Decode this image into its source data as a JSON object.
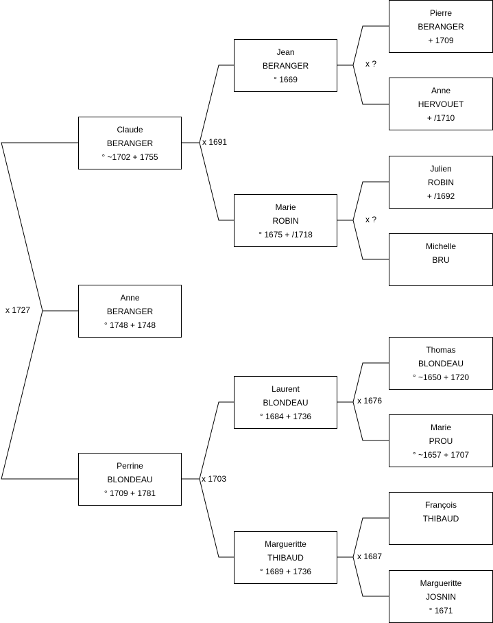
{
  "persons": {
    "claude": {
      "first": "Claude",
      "last": "BERANGER",
      "dates": "° ~1702 + 1755"
    },
    "anne": {
      "first": "Anne",
      "last": "BERANGER",
      "dates": "° 1748 + 1748"
    },
    "perrine": {
      "first": "Perrine",
      "last": "BLONDEAU",
      "dates": "° 1709 + 1781"
    },
    "jean": {
      "first": "Jean",
      "last": "BERANGER",
      "dates": "° 1669"
    },
    "marie_robin": {
      "first": "Marie",
      "last": "ROBIN",
      "dates": "° 1675 + /1718"
    },
    "laurent": {
      "first": "Laurent",
      "last": "BLONDEAU",
      "dates": "° 1684 + 1736"
    },
    "marguerite_thibaud": {
      "first": "Margueritte",
      "last": "THIBAUD",
      "dates": "° 1689 + 1736"
    },
    "pierre": {
      "first": "Pierre",
      "last": "BERANGER",
      "dates": "+ 1709"
    },
    "anne_hervouet": {
      "first": "Anne",
      "last": "HERVOUET",
      "dates": "+ /1710"
    },
    "julien": {
      "first": "Julien",
      "last": "ROBIN",
      "dates": "+ /1692"
    },
    "michelle": {
      "first": "Michelle",
      "last": "BRU",
      "dates": ""
    },
    "thomas": {
      "first": "Thomas",
      "last": "BLONDEAU",
      "dates": "° ~1650 + 1720"
    },
    "marie_prou": {
      "first": "Marie",
      "last": "PROU",
      "dates": "° ~1657 + 1707"
    },
    "francois": {
      "first": "François",
      "last": "THIBAUD",
      "dates": ""
    },
    "marguerite_josnin": {
      "first": "Margueritte",
      "last": "JOSNIN",
      "dates": "° 1671"
    }
  },
  "marriages": {
    "claude_perrine": "x 1727",
    "jean_marie": "x 1691",
    "laurent_marguerite": "x 1703",
    "pierre_anne": "x ?",
    "julien_michelle": "x ?",
    "thomas_marie": "x 1676",
    "francois_marguerite": "x 1687"
  },
  "colors": {
    "line": "#000000",
    "box_border": "#000000",
    "background": "#ffffff"
  }
}
